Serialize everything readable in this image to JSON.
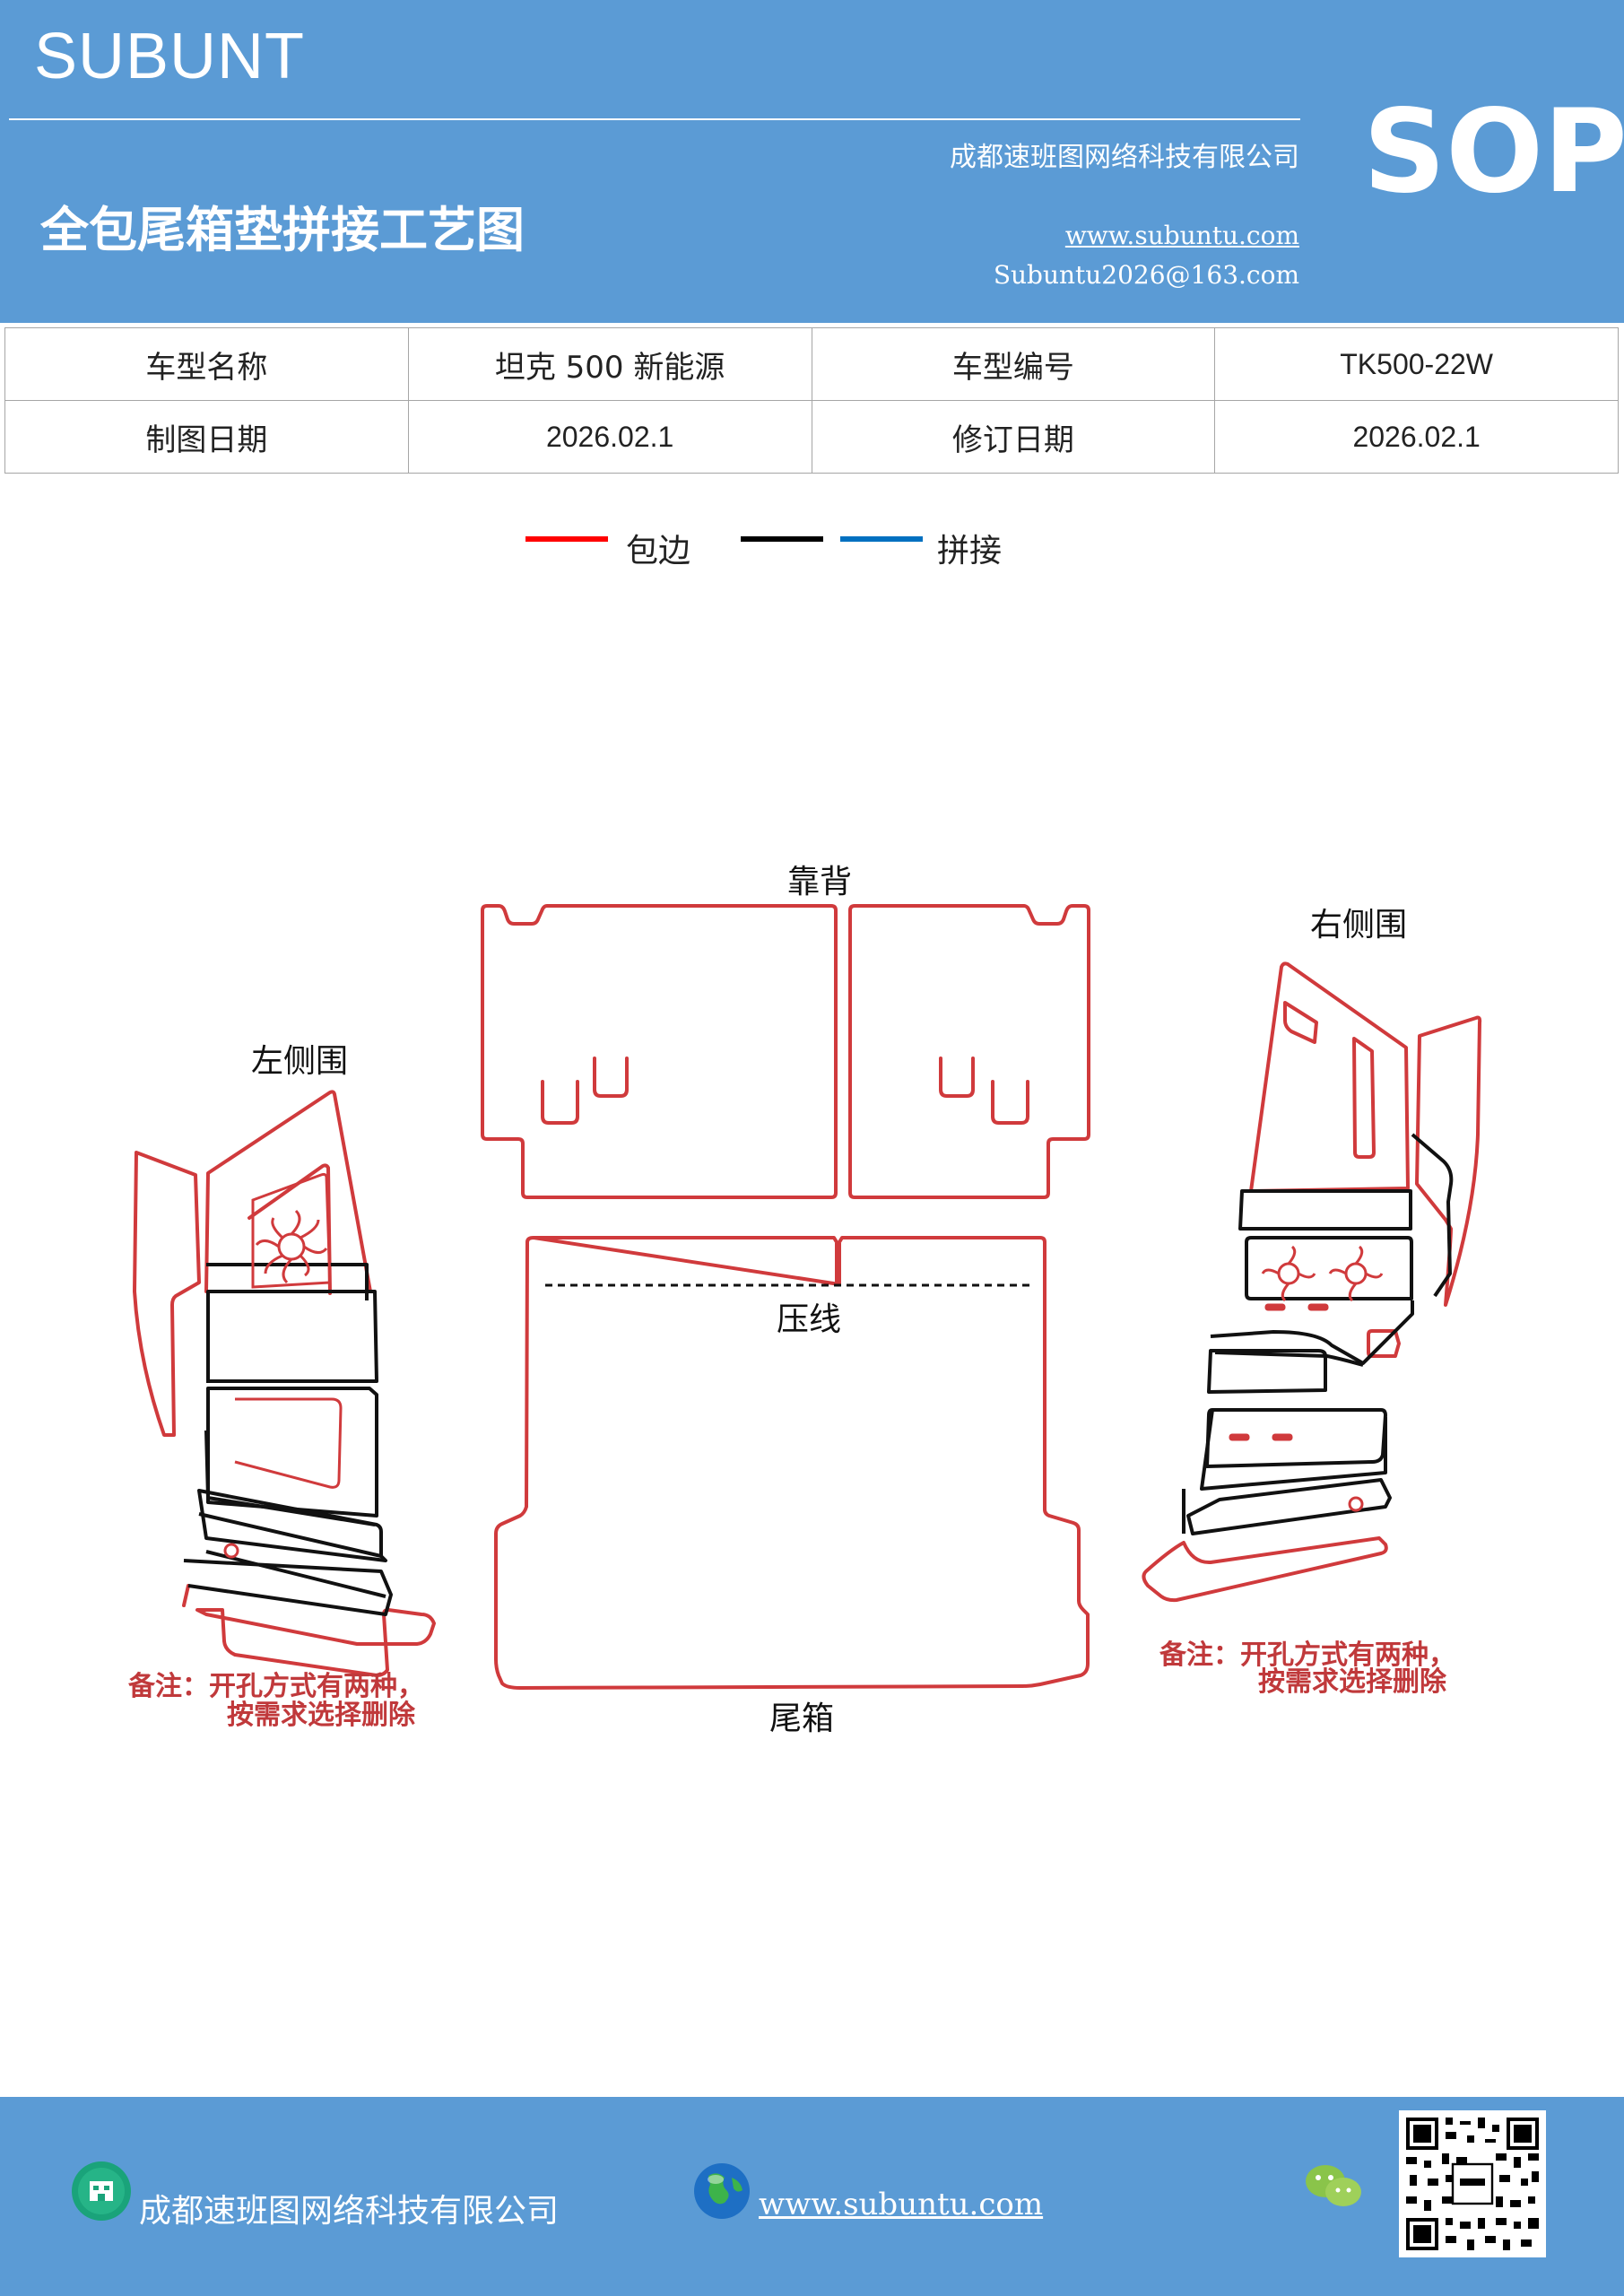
{
  "header": {
    "brand": "SUBUNT",
    "company": "成都速班图网络科技有限公司",
    "badge": "SOP",
    "title": "全包尾箱垫拼接工艺图",
    "website": "www.subuntu.com",
    "email": "Subuntu2026@163.com"
  },
  "info_table": {
    "row1": [
      "车型名称",
      "坦克 500 新能源",
      "车型编号",
      "TK500-22W"
    ],
    "row2": [
      "制图日期",
      "2026.02.1",
      "修订日期",
      "2026.02.1"
    ]
  },
  "legend": {
    "wrap_label": "包边",
    "splice_label": "拼接",
    "colors": {
      "wrap": "#ff0000",
      "black": "#000000",
      "splice": "#0070c0"
    }
  },
  "drawing": {
    "backrest_label": "靠背",
    "left_side_label": "左侧围",
    "right_side_label": "右侧围",
    "trunk_label": "尾箱",
    "press_line_label": "压线",
    "note_line1": "备注：开孔方式有两种，",
    "note_line2": "按需求选择删除",
    "outline_color": "#d03a3c"
  },
  "footer": {
    "company": "成都速班图网络科技有限公司",
    "website": "www.subuntu.com"
  }
}
